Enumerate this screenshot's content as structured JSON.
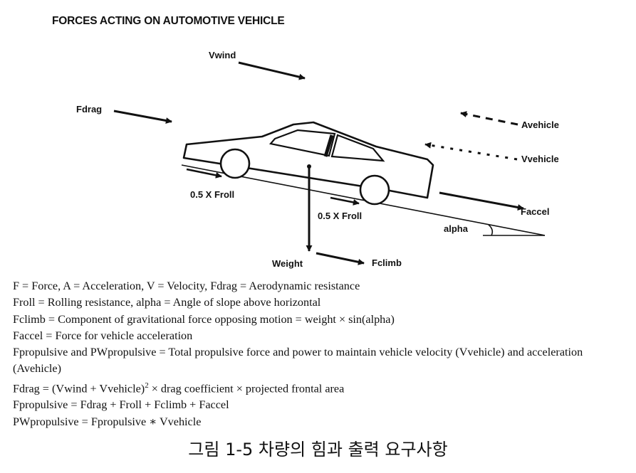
{
  "diagram": {
    "title": "FORCES ACTING ON AUTOMOTIVE VEHICLE",
    "labels": {
      "vwind": "Vwind",
      "fdrag": "Fdrag",
      "avehicle": "Avehicle",
      "vvehicle": "Vvehicle",
      "froll_rear": "0.5 X Froll",
      "froll_front": "0.5 X Froll",
      "faccel": "Faccel",
      "alpha": "alpha",
      "weight": "Weight",
      "fclimb": "Fclimb"
    }
  },
  "definitions": {
    "line1": "F = Force,    A = Acceleration,    V = Velocity,    Fdrag = Aerodynamic resistance",
    "line2": "Froll = Rolling resistance,    alpha = Angle of slope above horizontal",
    "line3": "Fclimb = Component of gravitational force opposing motion = weight × sin(alpha)",
    "line4": "Faccel = Force for vehicle acceleration",
    "line5": "Fpropulsive and PWpropulsive = Total propulsive force and power to maintain vehicle velocity (Vvehicle) and acceleration (Avehicle)",
    "line6_pre": "Fdrag = (Vwind + Vvehicle)",
    "line6_sup": "2",
    "line6_post": " × drag coefficient × projected frontal area",
    "line7": "Fpropulsive = Fdrag + Froll + Fclimb + Faccel",
    "line8": "PWpropulsive = Fpropulsive ∗ Vvehicle"
  },
  "caption": "그림 1-5 차량의 힘과 출력 요구사항"
}
